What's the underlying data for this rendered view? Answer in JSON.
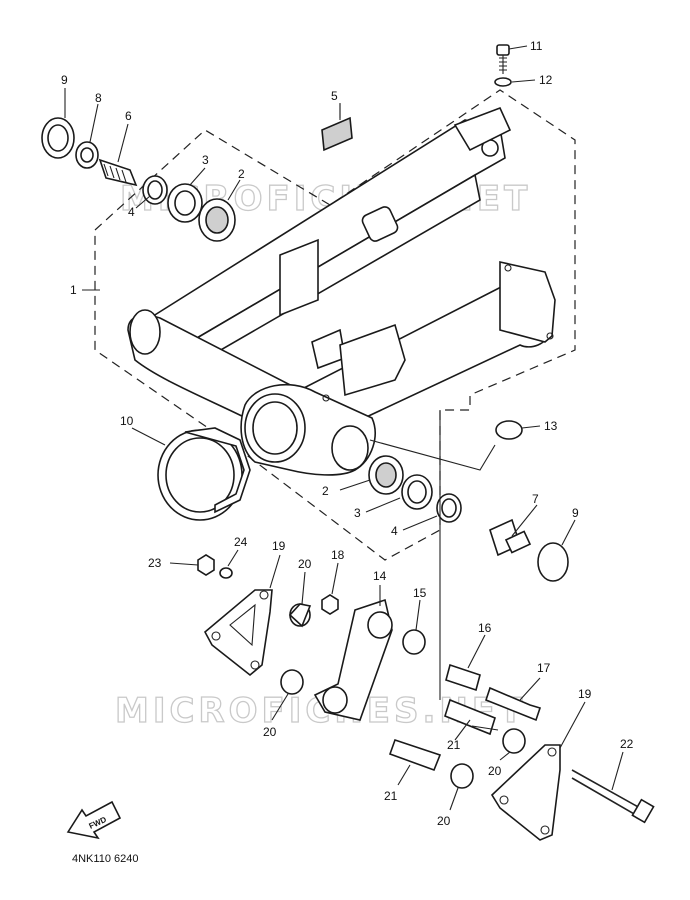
{
  "watermark": {
    "top": "MICROFICHES.NET",
    "bottom": "MICROFICHES.NET"
  },
  "diagram_code": "4NK110 6240",
  "fwd_label": "FWD",
  "callouts": [
    "1",
    "2",
    "3",
    "4",
    "5",
    "6",
    "7",
    "8",
    "9",
    "10",
    "11",
    "12",
    "13",
    "14",
    "15",
    "16",
    "17",
    "18",
    "19",
    "20",
    "21",
    "22",
    "23",
    "24"
  ]
}
